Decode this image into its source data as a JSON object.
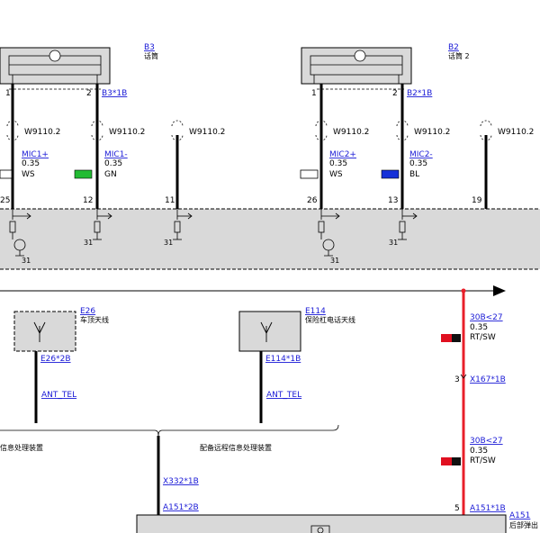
{
  "colors": {
    "wire": "#000000",
    "power_wire": "#e8202a",
    "link_text": "#1a1ad6",
    "module_fill": "#d9d9d9",
    "green_swatch": "#22bb33",
    "blue_swatch": "#1530d8",
    "red_swatch": "#e01020",
    "black_swatch": "#111111"
  },
  "icons": {
    "antenna": "antenna-icon",
    "ground": "ground-icon",
    "shield": "shield-icon",
    "arrow": "arrow-right-icon"
  },
  "microphones": [
    {
      "id": "B3",
      "name": "话筒",
      "connector": "B3*1B",
      "pin_left": "1",
      "pin_right": "2"
    },
    {
      "id": "B2",
      "name": "话筒 2",
      "connector": "B2*1B",
      "pin_left": "1",
      "pin_right": "2"
    }
  ],
  "shield_label": "W9110.2",
  "wires": [
    {
      "name": "MIC1+",
      "gauge": "0.35",
      "color": "WS",
      "pin": "25"
    },
    {
      "name": "MIC1-",
      "gauge": "0.35",
      "color": "GN",
      "pin": "12"
    },
    {
      "name": "",
      "gauge": "",
      "color": "",
      "pin": "11"
    },
    {
      "name": "MIC2+",
      "gauge": "0.35",
      "color": "WS",
      "pin": "26"
    },
    {
      "name": "MIC2-",
      "gauge": "0.35",
      "color": "BL",
      "pin": "13"
    },
    {
      "name": "",
      "gauge": "",
      "color": "",
      "pin": "19"
    }
  ],
  "ground_label": "31",
  "antennas": [
    {
      "id": "E26",
      "name": "车顶天线",
      "connector": "E26*2B",
      "signal": "ANT_TEL"
    },
    {
      "id": "E114",
      "name": "保险杠电话天线",
      "connector": "E114*1B",
      "signal": "ANT_TEL"
    }
  ],
  "branch_left_label": "信息处理装置",
  "branch_right_label": "配备远程信息处理装置",
  "lower_connectors": {
    "x332": "X332*1B",
    "a151_2": "A151*2B"
  },
  "power": {
    "wire1": {
      "name": "30B<27",
      "gauge": "0.35",
      "color": "RT/SW"
    },
    "mid_pin": "3",
    "mid_connector": "X167*1B",
    "wire2": {
      "name": "30B<27",
      "gauge": "0.35",
      "color": "RT/SW"
    },
    "end_pin": "5",
    "end_connector": "A151*1B"
  },
  "module_a151": {
    "id": "A151",
    "name": "后部弹出"
  }
}
